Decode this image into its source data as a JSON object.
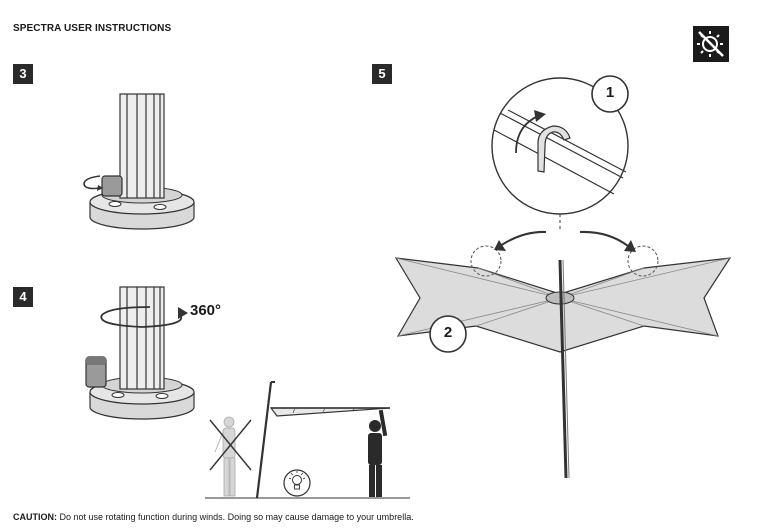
{
  "header": {
    "title": "SPECTRA USER INSTRUCTIONS"
  },
  "icons": {
    "badge": "sun-off-icon",
    "hint": "lightbulb-icon"
  },
  "steps": [
    {
      "number": "3"
    },
    {
      "number": "4",
      "rotation": "360°"
    },
    {
      "number": "5",
      "callouts": [
        "1",
        "2"
      ]
    }
  ],
  "footer": {
    "caution_label": "CAUTION:",
    "caution_text": " Do not use rotating function during winds. Doing so may cause damage to your umbrella."
  }
}
